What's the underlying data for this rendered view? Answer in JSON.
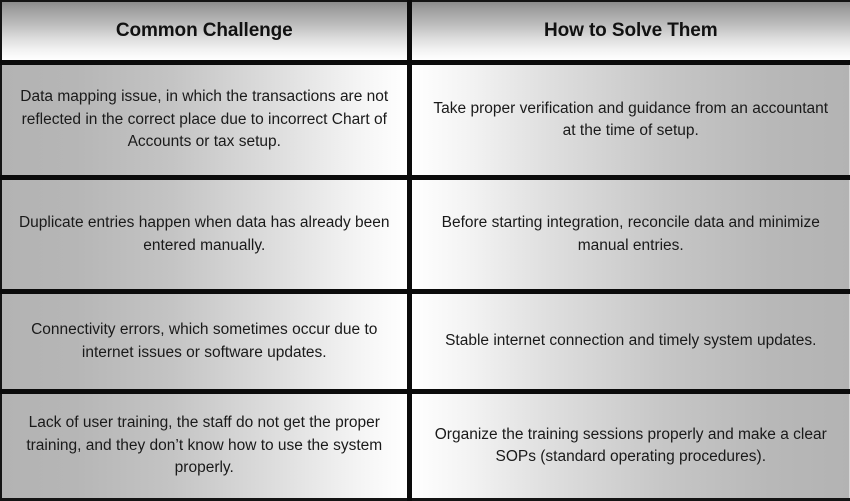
{
  "table": {
    "columns": [
      {
        "key": "challenge",
        "header": "Common Challenge"
      },
      {
        "key": "solution",
        "header": "How to Solve Them"
      }
    ],
    "rows": [
      {
        "challenge": "Data mapping issue, in which the transactions are not reflected in the correct place due to incorrect Chart of Accounts or tax setup.",
        "solution": "Take proper verification and guidance from an accountant at the time of setup."
      },
      {
        "challenge": "Duplicate entries happen when data has already been entered manually.",
        "solution": "Before starting integration, reconcile data and minimize manual entries."
      },
      {
        "challenge": "Connectivity errors, which sometimes occur due to internet issues or software updates.",
        "solution": "Stable internet connection and timely system updates."
      },
      {
        "challenge": "Lack of user training, the staff do not get the proper training, and they don’t know how to use the system properly.",
        "solution": "Organize the training sessions properly and make a clear SOPs (standard operating procedures)."
      }
    ]
  },
  "colors": {
    "border": "#0b0b0b",
    "outer_border": "#141414",
    "header_gradient_start": "#8c8c8c",
    "header_gradient_end": "#ffffff",
    "cell_gradient_gray": "#b3b3b3",
    "cell_gradient_white": "#ffffff",
    "text": "#1a1a1a",
    "header_text": "#111111"
  }
}
